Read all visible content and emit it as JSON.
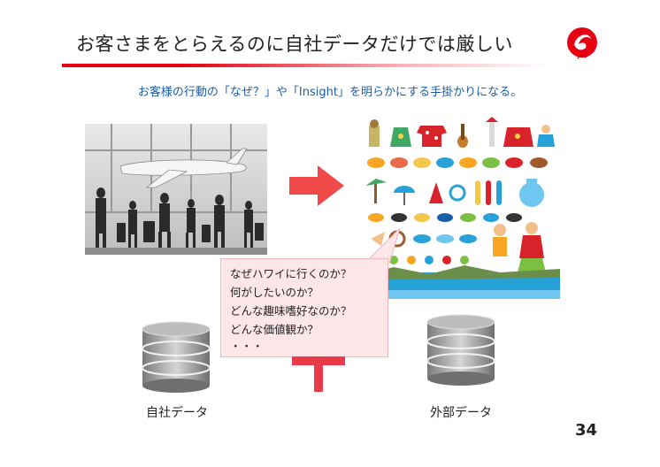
{
  "slide": {
    "title": "お客さまをとらえるのに自社データだけでは厳しい",
    "subtitle": "お客様の行動の「なぜ？」や「Insight」を明らかにする手掛かりになる。",
    "page_number": "34"
  },
  "logo": {
    "text": "JAL",
    "color": "#e60012"
  },
  "bubble": {
    "lines": [
      "なぜハワイに行くのか？",
      "何がしたいのか？",
      "どんな趣味嗜好なのか？",
      "どんな価値観か？",
      "・・・"
    ]
  },
  "databases": {
    "internal_label": "自社データ",
    "external_label": "外部データ"
  },
  "colors": {
    "accent": "#e60012",
    "arrow": "#f04a4a",
    "subtitle": "#1a5ea8",
    "bubble_fill": "#fde6e8"
  }
}
